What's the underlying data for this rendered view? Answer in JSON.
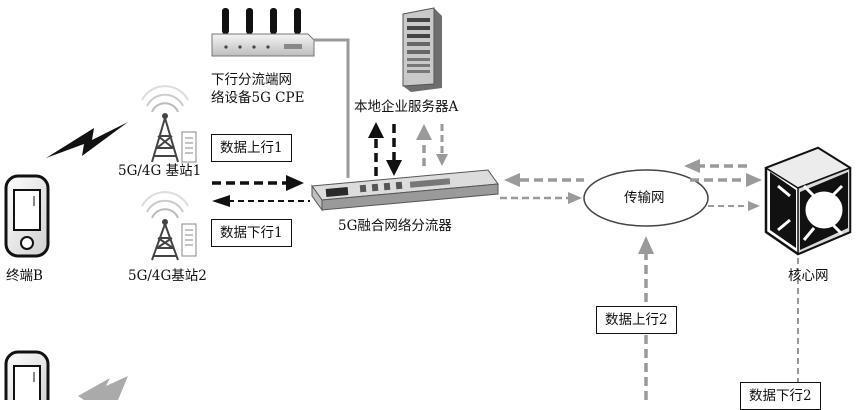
{
  "nodes": {
    "cpe_label_line1": "下行分流端网",
    "cpe_label_line2": "络设备5G CPE",
    "server_label": "本地企业服务器A",
    "bs1_label": "5G/4G 基站1",
    "bs2_label": "5G/4G基站2",
    "splitter_label": "5G融合网络分流器",
    "transport_label": "传输网",
    "core_label": "核心网",
    "terminal_b_label": "终端B"
  },
  "boxes": {
    "up1": "数据上行1",
    "down1": "数据下行1",
    "up2": "数据上行2",
    "down2": "数据下行2"
  },
  "colors": {
    "black": "#111111",
    "gray": "#9a9a9a",
    "server_body": "#c9c9c9"
  }
}
